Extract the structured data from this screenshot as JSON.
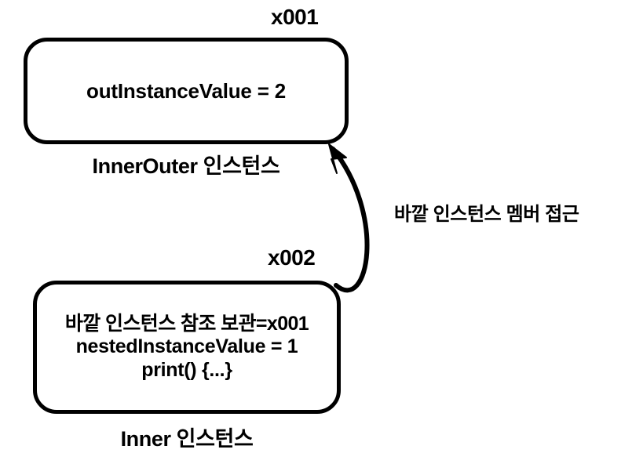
{
  "diagram": {
    "title": "Nested (inner) class instance referencing outer instance",
    "background_color": "#ffffff",
    "stroke_color": "#000000"
  },
  "outer_instance": {
    "address_label": "x001",
    "caption": "InnerOuter 인스턴스",
    "fields": [
      {
        "text": "outInstanceValue = 2",
        "emphasis": "regular"
      }
    ]
  },
  "inner_instance": {
    "address_label": "x002",
    "caption": "Inner 인스턴스",
    "fields": [
      {
        "text": "바깥 인스턴스 참조 보관=x001",
        "emphasis": "bold"
      },
      {
        "text": "nestedInstanceValue = 1",
        "emphasis": "regular"
      },
      {
        "text": "print() {...}",
        "emphasis": "regular"
      }
    ]
  },
  "relation": {
    "label": "바깥 인스턴스 멤버 접근",
    "from": "inner_instance",
    "to": "outer_instance",
    "arrow_icon": "curved-arrow-icon"
  }
}
